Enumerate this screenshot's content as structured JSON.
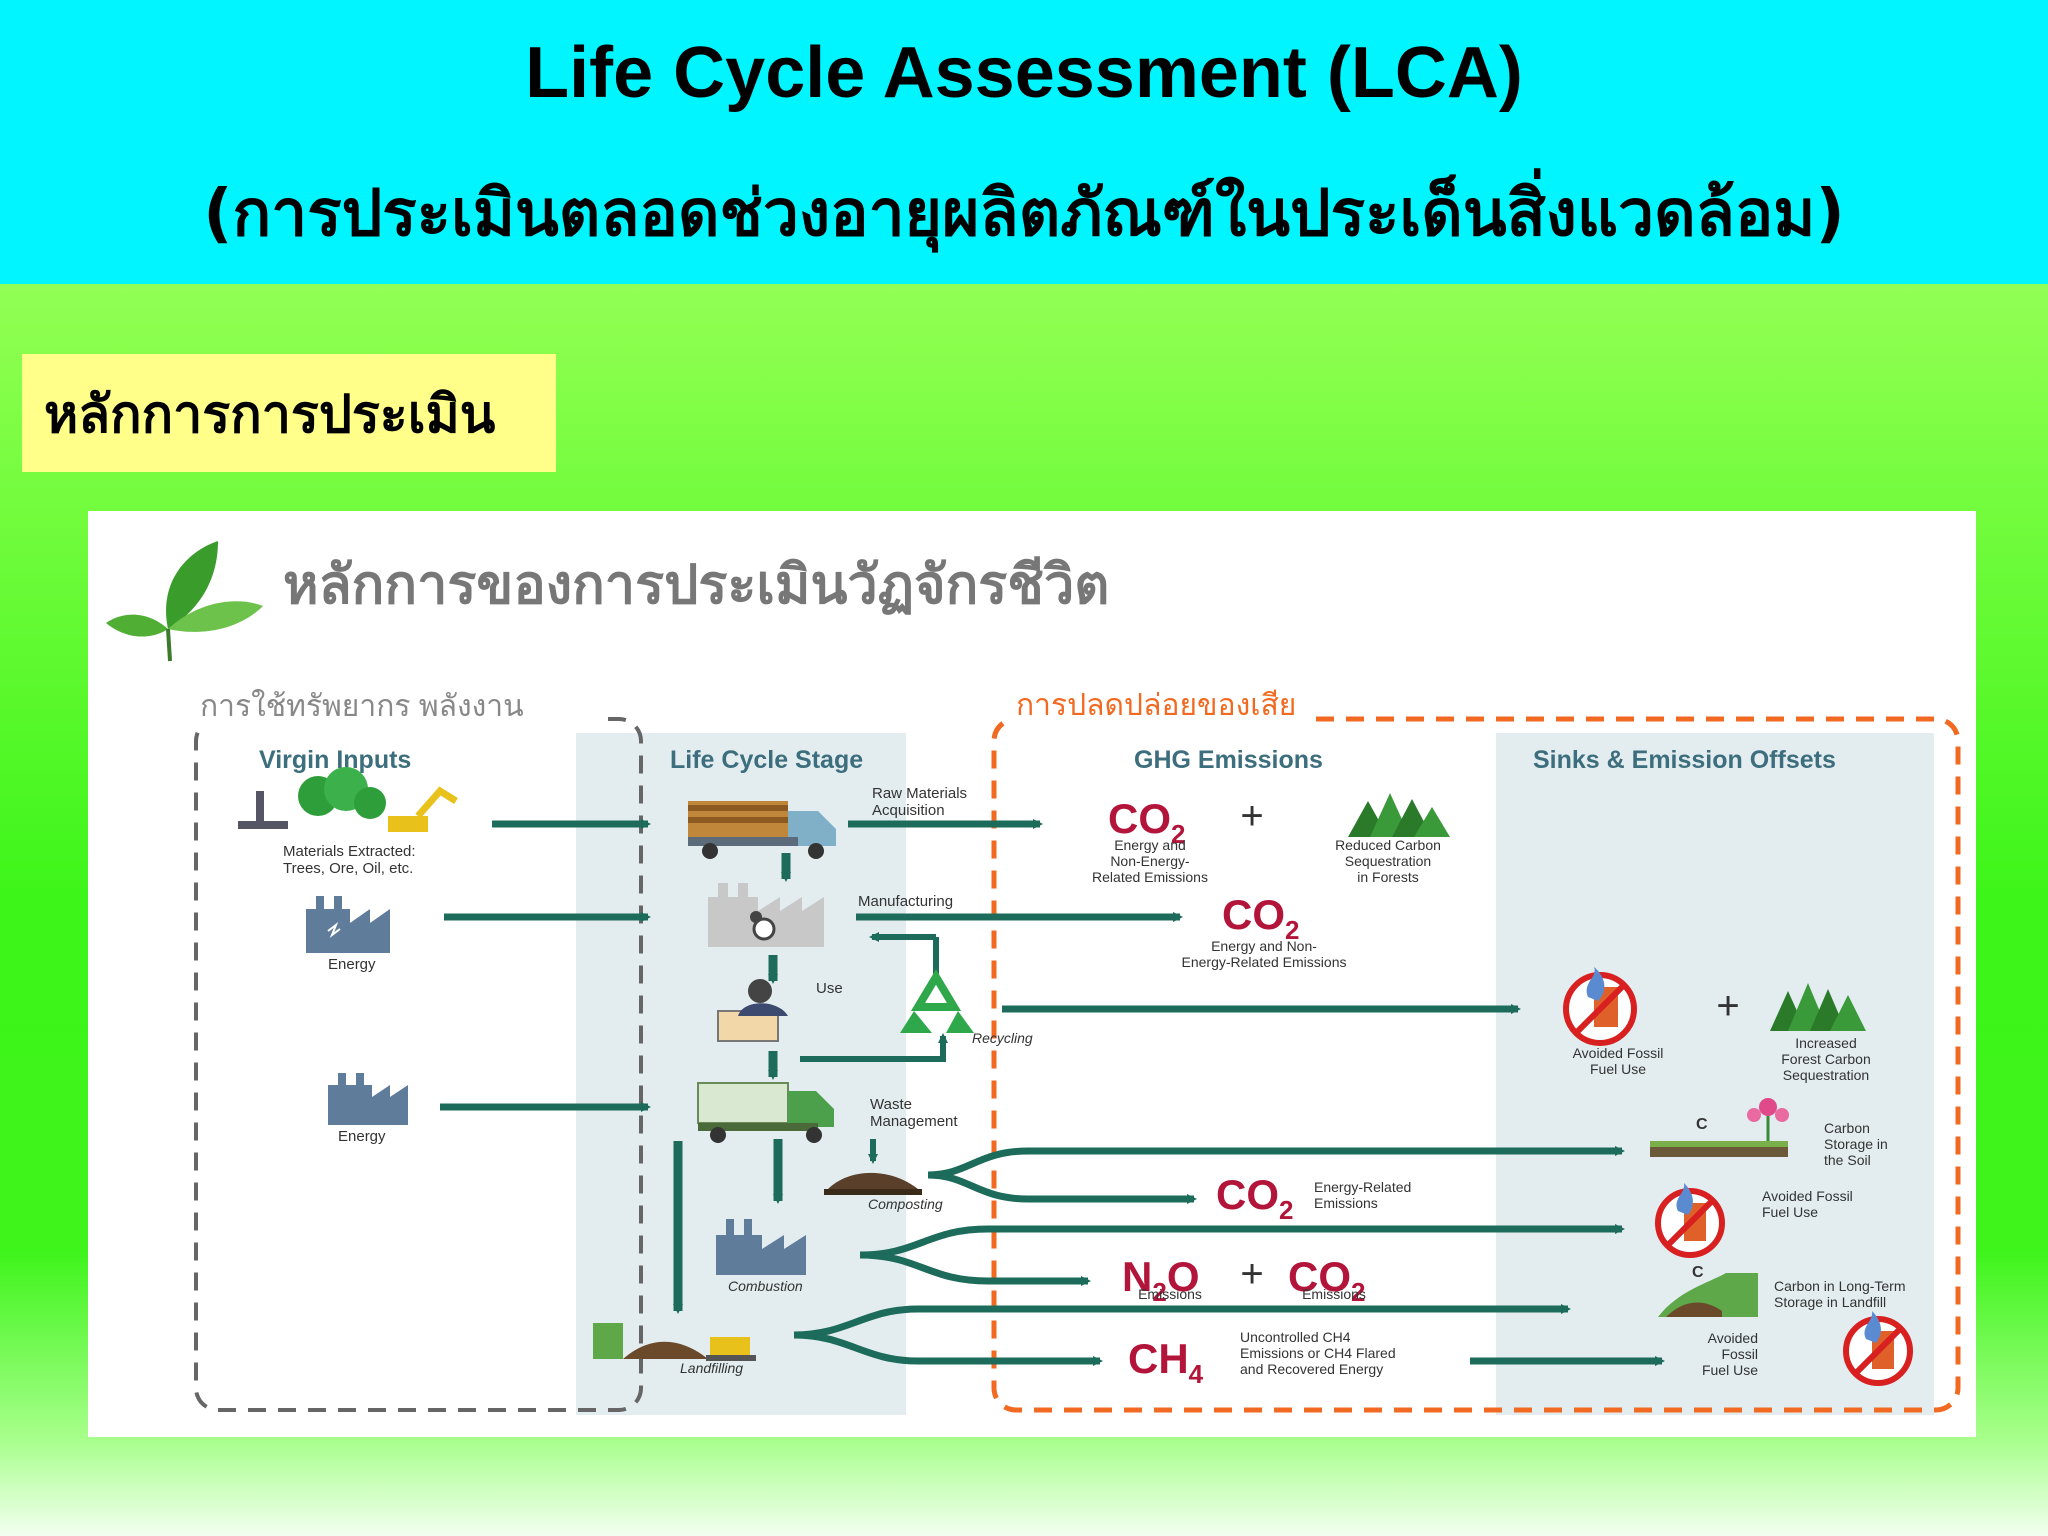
{
  "header": {
    "title_en": "Life Cycle Assessment (LCA)",
    "title_th": "(การประเมินตลอดช่วงอายุผลิตภัณฑ์ในประเด็นสิ่งแวดล้อม)"
  },
  "section_label": "หลักการการประเมิน",
  "diagram": {
    "heading": "หลักการของการประเมินวัฏจักรชีวิต",
    "group_left": "การใช้ทรัพยากร พลังงาน",
    "group_right": "การปลดปล่อยของเสีย",
    "columns": [
      "Virgin Inputs",
      "Life Cycle Stage",
      "GHG Emissions",
      "Sinks & Emission Offsets"
    ],
    "inputs": {
      "materials_1": "Materials Extracted:",
      "materials_2": "Trees, Ore, Oil, etc.",
      "energy_1": "Energy",
      "energy_2": "Energy"
    },
    "stages": {
      "raw_1": "Raw Materials",
      "raw_2": "Acquisition",
      "manufacturing": "Manufacturing",
      "use": "Use",
      "recycling": "Recycling",
      "waste_1": "Waste",
      "waste_2": "Management",
      "composting": "Composting",
      "combustion": "Combustion",
      "landfilling": "Landfilling"
    },
    "emissions": {
      "co2": "CO",
      "sub2": "2",
      "plus": "+",
      "e1_1": "Energy and",
      "e1_2": "Non-Energy-",
      "e1_3": "Related Emissions",
      "rc_1": "Reduced Carbon",
      "rc_2": "Sequestration",
      "rc_3": "in Forests",
      "e2_1": "Energy and Non-",
      "e2_2": "Energy-Related Emissions",
      "e3_1": "Energy-Related",
      "e3_2": "Emissions",
      "n2o_n": "N",
      "n2o_o": "O",
      "n2o_label": "Emissions",
      "co2_label": "Emissions",
      "ch4": "CH",
      "ch4_sub": "4",
      "ch4_1": "Uncontrolled CH4",
      "ch4_2": "Emissions or CH4 Flared",
      "ch4_3": "and Recovered Energy"
    },
    "sinks": {
      "afu_1": "Avoided Fossil",
      "afu_2": "Fuel Use",
      "if_1": "Increased",
      "if_2": "Forest Carbon",
      "if_3": "Sequestration",
      "cs_1": "Carbon",
      "cs_2": "Storage in",
      "cs_3": "the Soil",
      "afu2_1": "Avoided Fossil",
      "afu2_2": "Fuel Use",
      "lt_1": "Carbon in Long-Term",
      "lt_2": "Storage in Landfill",
      "afu3_1": "Avoided",
      "afu3_2": "Fossil",
      "afu3_3": "Fuel Use",
      "c": "C"
    }
  },
  "colors": {
    "header_bg": "#00f5ff",
    "label_bg": "#ffff8a",
    "arrow": "#1d6b5a",
    "emission_text": "#b3153a",
    "dashed_left": "#666666",
    "dashed_right": "#f26a21",
    "lane_bg": "#e3edf0"
  }
}
